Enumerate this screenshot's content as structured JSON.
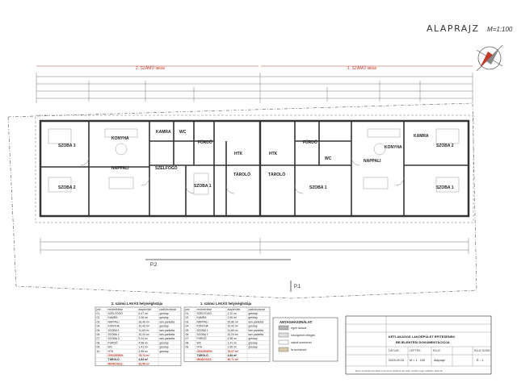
{
  "drawing": {
    "title": "ALAPRAJZ",
    "scale": "M=1:100"
  },
  "units": {
    "left_header": "2. SZÁMÚ lakás",
    "right_header": "1. SZÁMÚ lakás"
  },
  "rooms": {
    "szoba3": "SZOBA 3",
    "konyha_left": "KONYHA",
    "kamra_left": "KAMRA",
    "wc_left": "WC",
    "furdo_left": "FÜRDŐ",
    "szoba2_left": "SZOBA 2",
    "nappali_left": "NAPPALI",
    "szelfogo": "SZÉLFOGÓ",
    "szoba1_left": "SZOBA 1",
    "htk_left": "HTK",
    "taroló_left": "TÁROLÓ",
    "htk_right": "HTK",
    "taroló_right": "TÁROLÓ",
    "furdo_right": "FÜRDŐ",
    "wc_right": "WC",
    "szoba1_right": "SZOBA 1",
    "konyha_right": "KONYHA",
    "nappali_right": "NAPPALI",
    "kamra_right": "KAMRA",
    "szoba2_right": "SZOBA 2",
    "szoba1_far": "SZOBA 1"
  },
  "labels": {
    "p2": "P.2",
    "p1": "P.1"
  },
  "tables": {
    "left": {
      "title": "2. számú LAKÁS helyiséglistája",
      "headers": [
        "jele",
        "rendeltetése",
        "alapterület",
        "padlóburkolat"
      ],
      "rows": [
        [
          "01.",
          "SZÉLFOGÓ",
          "6,47 m²",
          "greslap"
        ],
        [
          "02.",
          "KAMRA",
          "2,06 m²",
          "greslap"
        ],
        [
          "03.",
          "NAPPALI",
          "26,46 m²",
          "lam.parketta"
        ],
        [
          "04.",
          "KONYHA",
          "10,43 m²",
          "greslap"
        ],
        [
          "05.",
          "SZOBA 1",
          "11,60 m²",
          "lam.parketta"
        ],
        [
          "06.",
          "SZOBA 2",
          "10,24 m²",
          "lam.parketta"
        ],
        [
          "07.",
          "SZOBA 3",
          "9,24 m²",
          "lam.parketta"
        ],
        [
          "08.",
          "FÜRDŐ",
          "4,98 m²",
          "greslap"
        ],
        [
          "09.",
          "WC",
          "1,41 m²",
          "greslap"
        ],
        [
          "10.",
          "HTK",
          "1,95 m²",
          "greslap"
        ]
      ],
      "total_label": "ÖSSZESEN:",
      "total_value": "78,74 m²",
      "storage_label": "TÁROLÓ",
      "storage_value": "4,84 m²",
      "sum_label": "MINDÖSSZ.:",
      "sum_value": "83,58 m²"
    },
    "right": {
      "title": "1. számú LAKÁS helyiséglistája",
      "headers": [
        "jele",
        "rendeltetése",
        "alapterület",
        "padlóburkolat"
      ],
      "rows": [
        [
          "01.",
          "SZÉLFOGÓ",
          "2,12 m²",
          "greslap"
        ],
        [
          "02.",
          "KAMRA",
          "2,06 m²",
          "greslap"
        ],
        [
          "03.",
          "NAPPALI",
          "29,86 m²",
          "lam.parketta"
        ],
        [
          "04.",
          "KONYHA",
          "10,43 m²",
          "greslap"
        ],
        [
          "05.",
          "SZOBA 1",
          "11,60 m²",
          "lam.parketta"
        ],
        [
          "06.",
          "SZOBA 2",
          "10,24 m²",
          "lam.parketta"
        ],
        [
          "07.",
          "FÜRDŐ",
          "4,98 m²",
          "greslap"
        ],
        [
          "08.",
          "WC",
          "1,41 m²",
          "greslap"
        ],
        [
          "09.",
          "HTK",
          "1,95 m²",
          "greslap"
        ]
      ],
      "total_label": "ÖSSZESEN:",
      "total_value": "75,07 m²",
      "storage_label": "TÁROLÓ",
      "storage_value": "4,84 m²",
      "sum_label": "MINDÖSSZ.:",
      "sum_value": "80,71 m²"
    }
  },
  "legend": {
    "title": "ANYAGHASZNÁLAT:",
    "items": [
      "égeti falazat",
      "hőszigetelt rétegek",
      "vakolt szerkezet",
      "fa szerkezet"
    ]
  },
  "title_block": {
    "project_line1": "KÉTLAKÁSOS LAKÓÉPÜLET ÉPÍTÉSÉNEK",
    "project_line2": "BEJELENTÉSI DOKUMENTÁCIÓJA",
    "sheet_name": "Alaprajz",
    "sheet_no": "É - 1",
    "scale": "M = 1 : 100",
    "date": "2023.09.15.",
    "col_datum": "DÁTUM:",
    "col_lepetek": "LÉPTÉK:",
    "col_rajz": "RAJZ:",
    "col_rajzszam": "RAJZ.SZÁM:",
    "footer": "Ezen tervdokumentáció a tervező szellemi terméke, tartalmi jogi védelem alatt áll."
  },
  "colors": {
    "line": "#3a3a3a",
    "red_dim": "#c0392b",
    "hatch": "#8a8a8a",
    "wall_fill": "#d9d9d9"
  }
}
